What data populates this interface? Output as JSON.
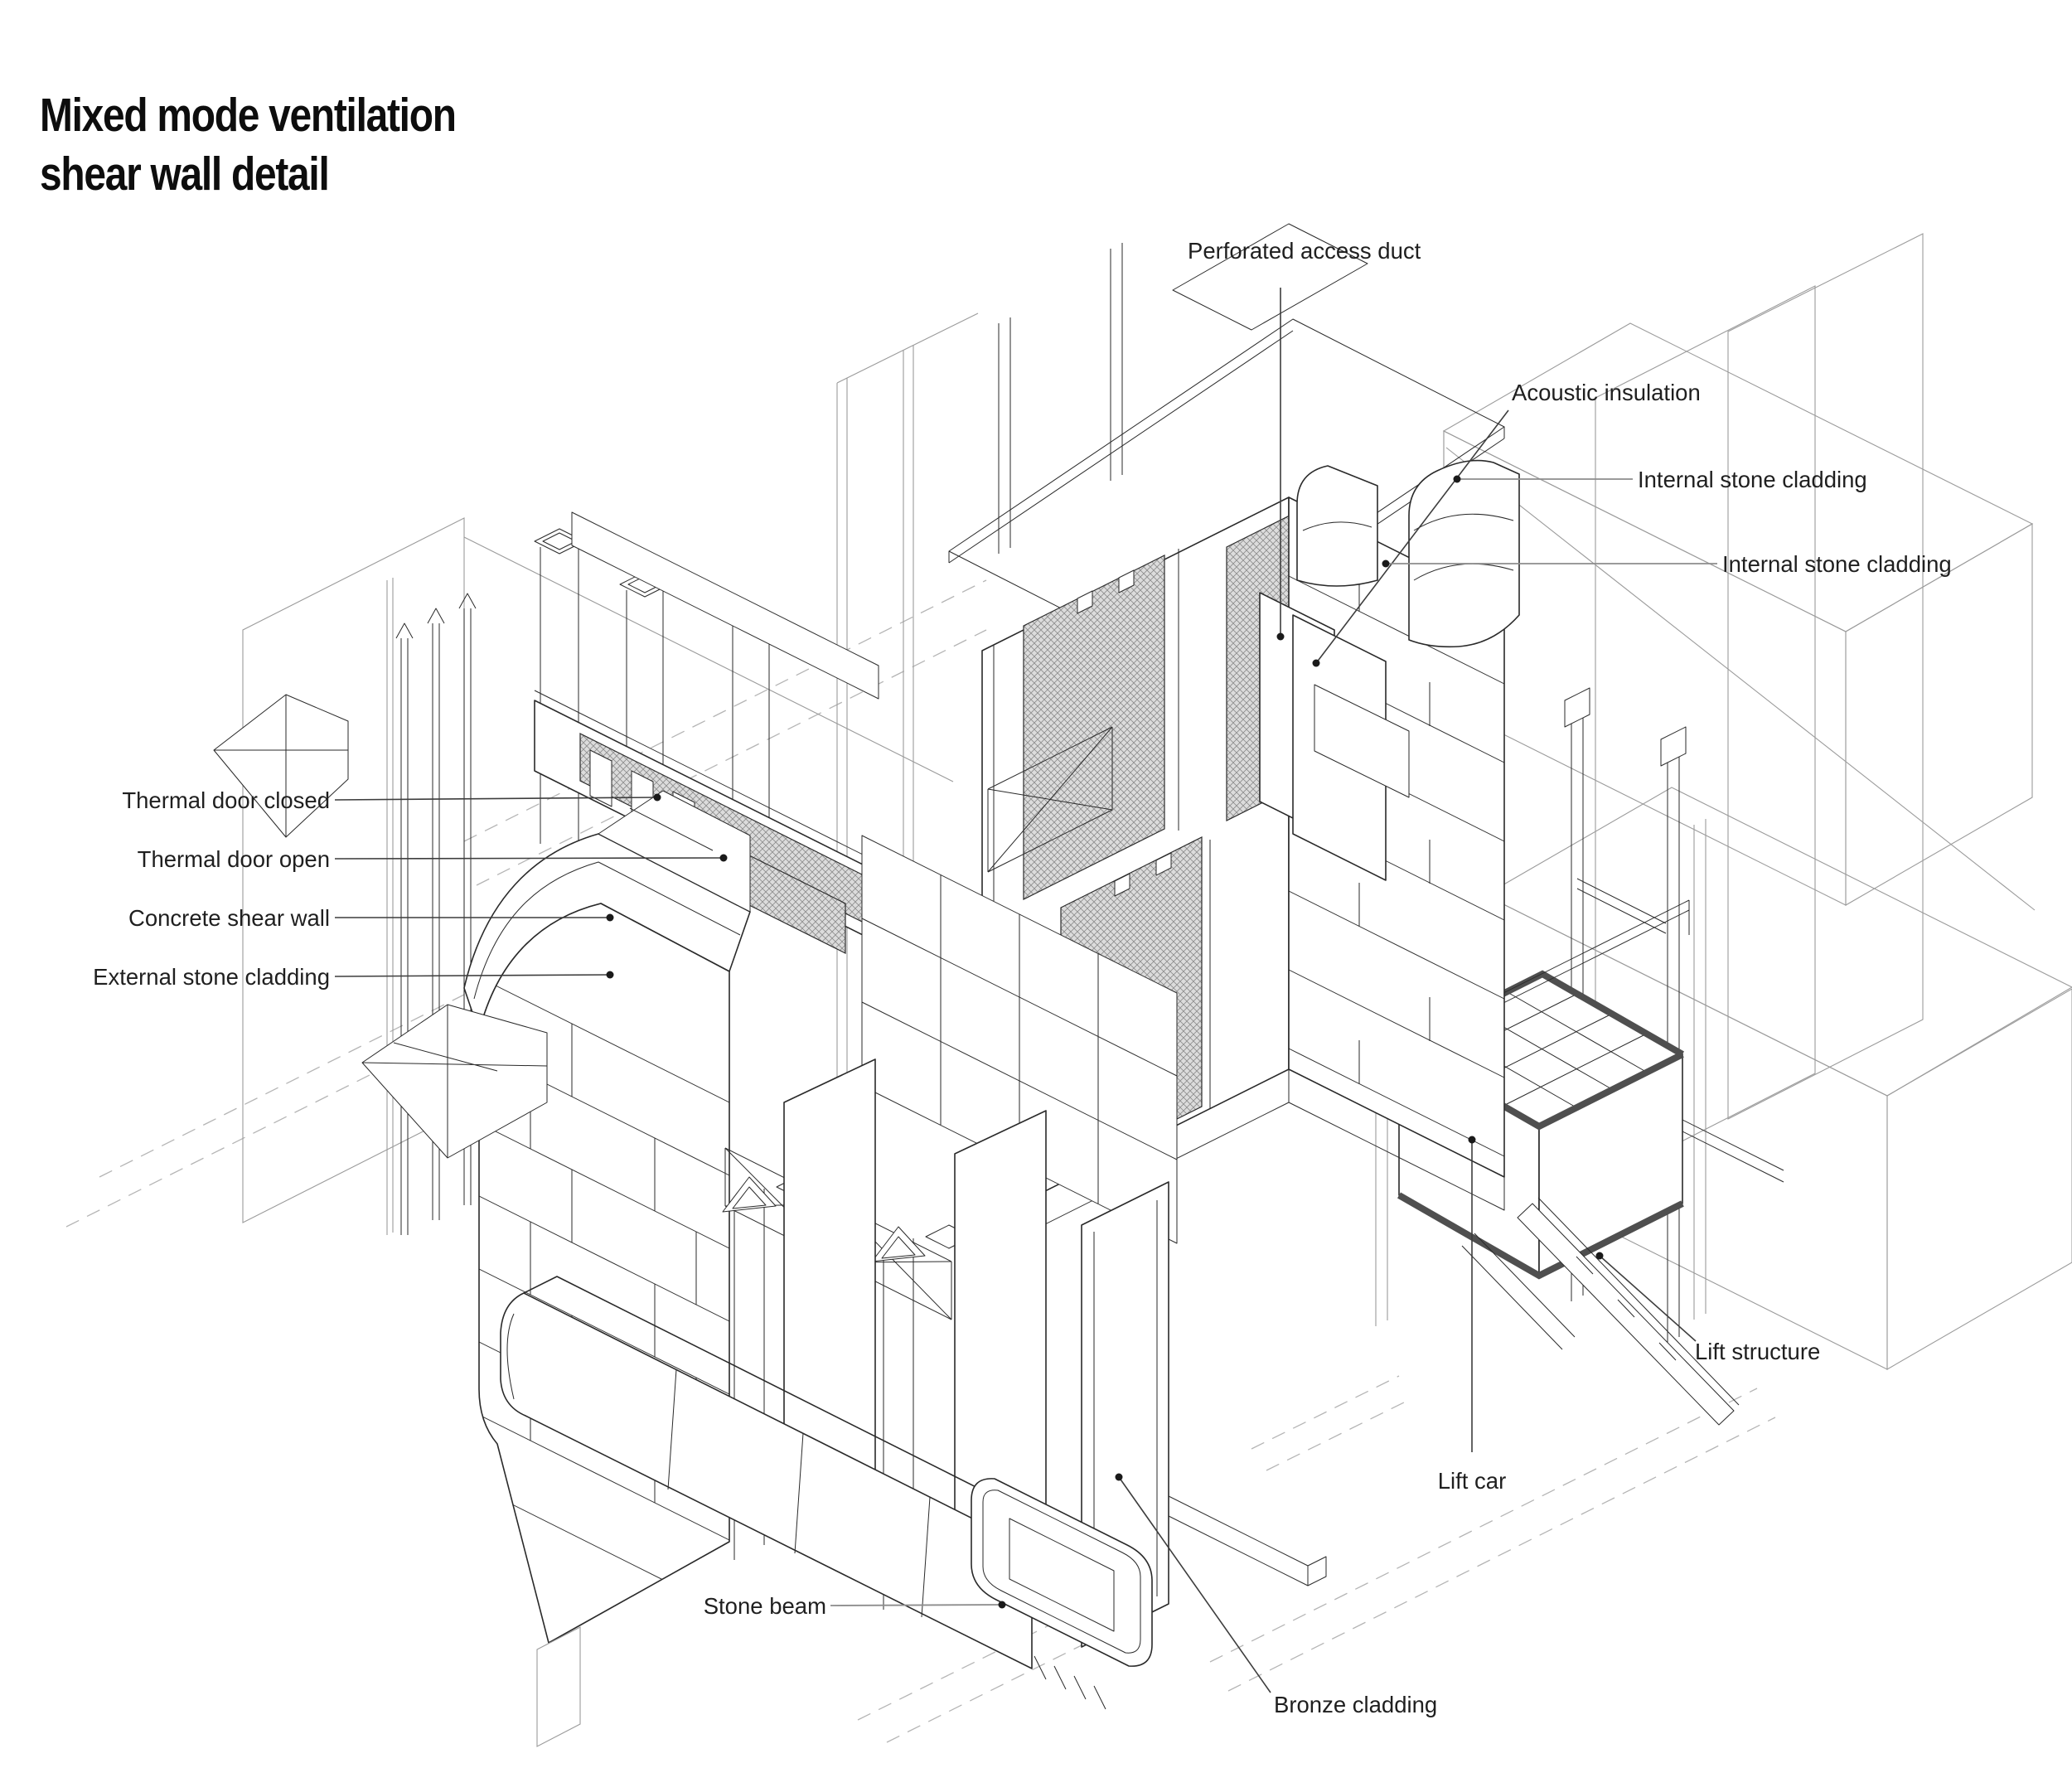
{
  "title": {
    "line1": "Mixed mode ventilation",
    "line2": "shear wall detail"
  },
  "callouts": {
    "perforated_access_duct": "Perforated access duct",
    "acoustic_insulation": "Acoustic insulation",
    "internal_stone_cladding_upper": "Internal stone cladding",
    "internal_stone_cladding_lower": "Internal stone cladding",
    "thermal_door_closed": "Thermal door closed",
    "thermal_door_open": "Thermal door open",
    "concrete_shear_wall": "Concrete shear wall",
    "external_stone_cladding": "External stone cladding",
    "stone_beam": "Stone beam",
    "bronze_cladding": "Bronze cladding",
    "lift_car": "Lift car",
    "lift_structure": "Lift structure"
  },
  "colors": {
    "background": "#ffffff",
    "line": "#2a2a2a",
    "line_light": "#9b9b9b",
    "hatch_lines": "#8c8c8c",
    "hatch_background": "#dcdcdc",
    "dark_edge": "#4f4f4f",
    "leader": "#3d3d3d",
    "leader_light": "#8d8d8d",
    "text": "#1f1f1f",
    "title_text": "#0d0d0d"
  }
}
